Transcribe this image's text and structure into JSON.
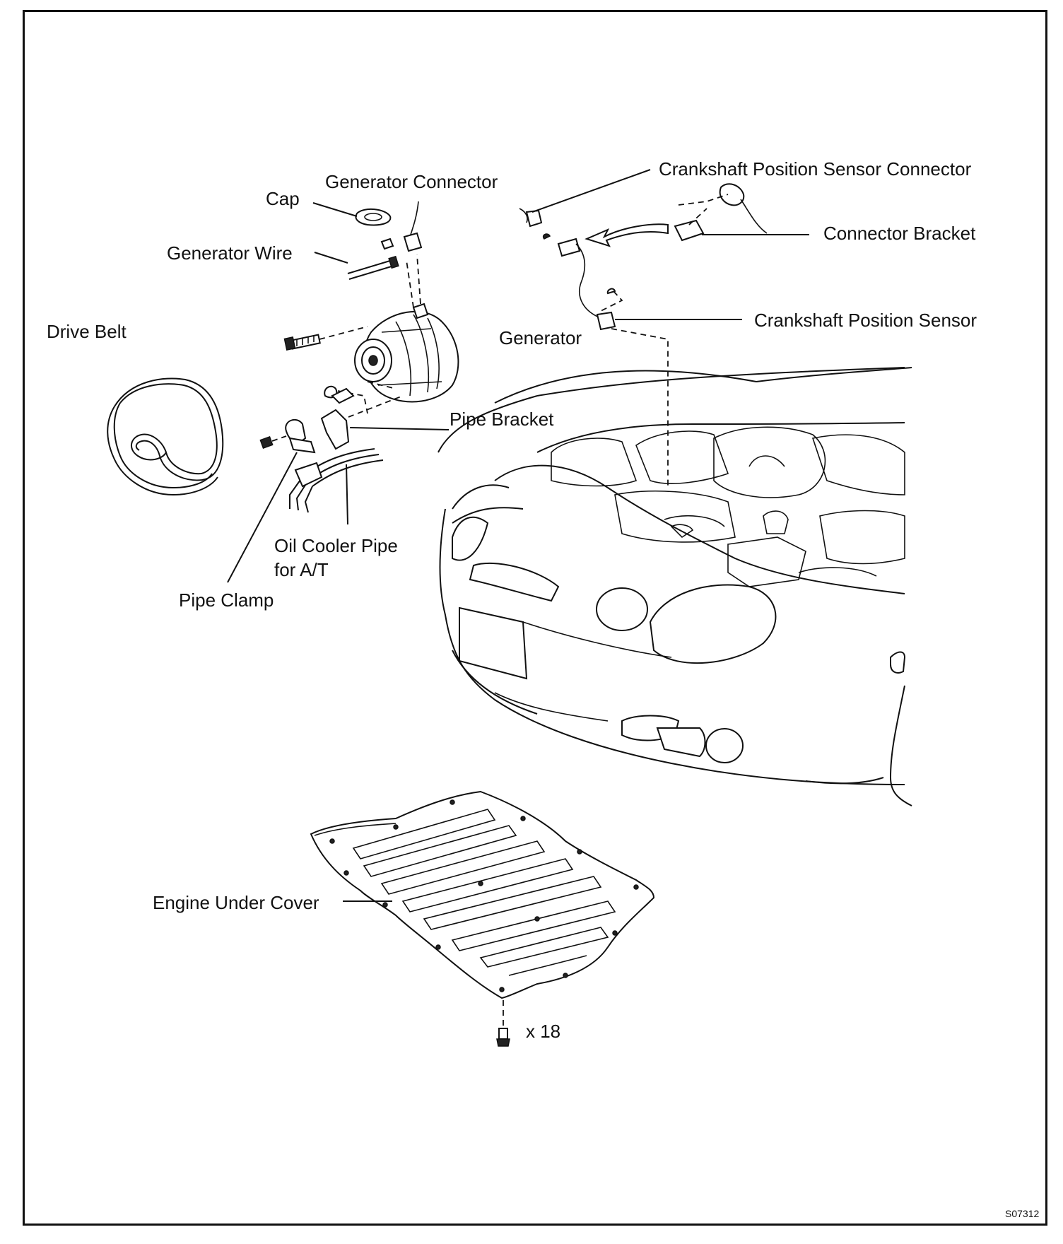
{
  "labels": {
    "cap": "Cap",
    "generator_connector": "Generator Connector",
    "generator_wire": "Generator Wire",
    "drive_belt": "Drive Belt",
    "generator": "Generator",
    "pipe_bracket": "Pipe Bracket",
    "oil_cooler_pipe_line1": "Oil Cooler Pipe",
    "oil_cooler_pipe_line2": "for A/T",
    "pipe_clamp": "Pipe Clamp",
    "crankshaft_sensor_connector": "Crankshaft Position Sensor Connector",
    "connector_bracket": "Connector Bracket",
    "crankshaft_sensor": "Crankshaft Position Sensor",
    "engine_under_cover": "Engine Under Cover",
    "bolt_count": "x 18"
  },
  "figure_code": "S07312"
}
